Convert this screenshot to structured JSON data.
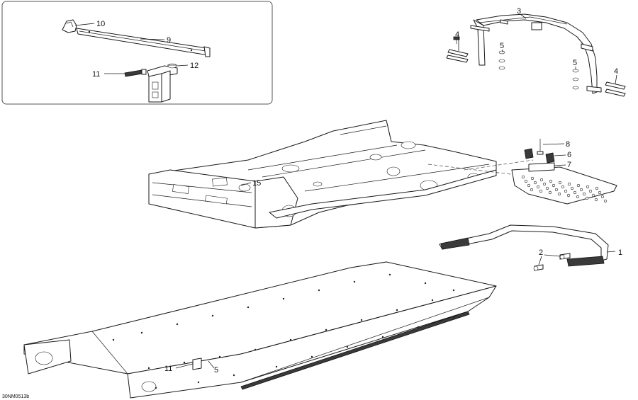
{
  "diagram": {
    "drawing_ref": "30NM0513b",
    "callouts": {
      "c1": "1",
      "c2": "2",
      "c3": "3",
      "c4a": "4",
      "c4b": "4",
      "c5a": "5",
      "c5b": "5",
      "c5c": "5",
      "c6": "6",
      "c7": "7",
      "c8": "8",
      "c9": "9",
      "c10": "10",
      "c11a": "11",
      "c11b": "11",
      "c12": "12",
      "c15": "15"
    }
  }
}
